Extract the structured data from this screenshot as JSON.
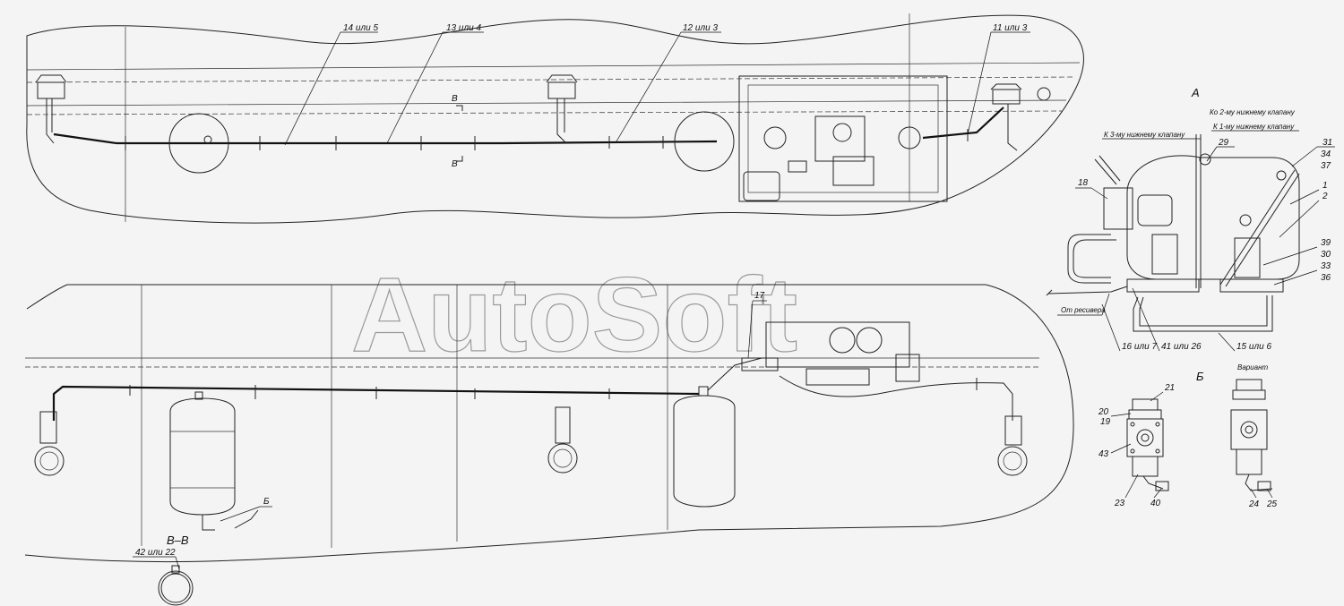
{
  "watermark": "AutoSoft",
  "callouts_top": {
    "c1": "14 или 5",
    "c2": "13 или 4",
    "c3": "12 или 3",
    "c4": "11 или 3",
    "sec_b1": "В",
    "sec_b2": "В"
  },
  "view_a": {
    "title": "А",
    "to_valve_3": "К 3-му нижнему клапану",
    "to_valve_2": "Ко 2-му нижнему клапану",
    "to_valve_1": "К 1-му нижнему клапану",
    "from_receiver": "От ресивера",
    "n29": "29",
    "n18": "18",
    "n31": "31",
    "n34": "34",
    "n37": "37",
    "n1": "1",
    "n2": "2",
    "n39": "39",
    "n30": "30",
    "n33": "33",
    "n36": "36",
    "n16": "16 или 7",
    "n41": "41 или 26",
    "n15": "15 или 6"
  },
  "view_b": {
    "title": "Б",
    "variant": "Вариант",
    "n21": "21",
    "n20": "20",
    "n19": "19",
    "n43": "43",
    "n23": "23",
    "n40": "40",
    "n24": "24",
    "n25": "25"
  },
  "bottom": {
    "n17": "17",
    "b_label": "Б",
    "section": "В–В",
    "n42": "42 или 22"
  }
}
